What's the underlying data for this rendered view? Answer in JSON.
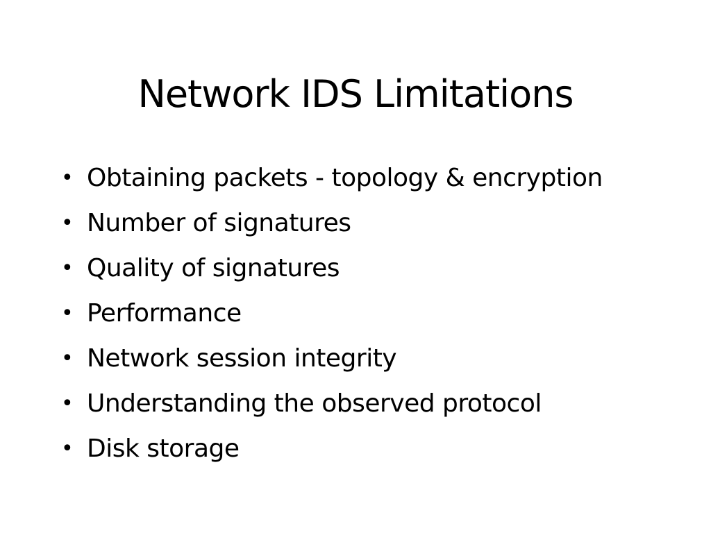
{
  "slide": {
    "title": "Network IDS Limitations",
    "bullet_glyph": "•",
    "bullets": [
      "Obtaining packets - topology & encryption",
      "Number of signatures",
      "Quality of signatures",
      "Performance",
      "Network session integrity",
      "Understanding the observed protocol",
      "Disk storage"
    ]
  },
  "colors": {
    "background": "#ffffff",
    "text": "#000000"
  }
}
